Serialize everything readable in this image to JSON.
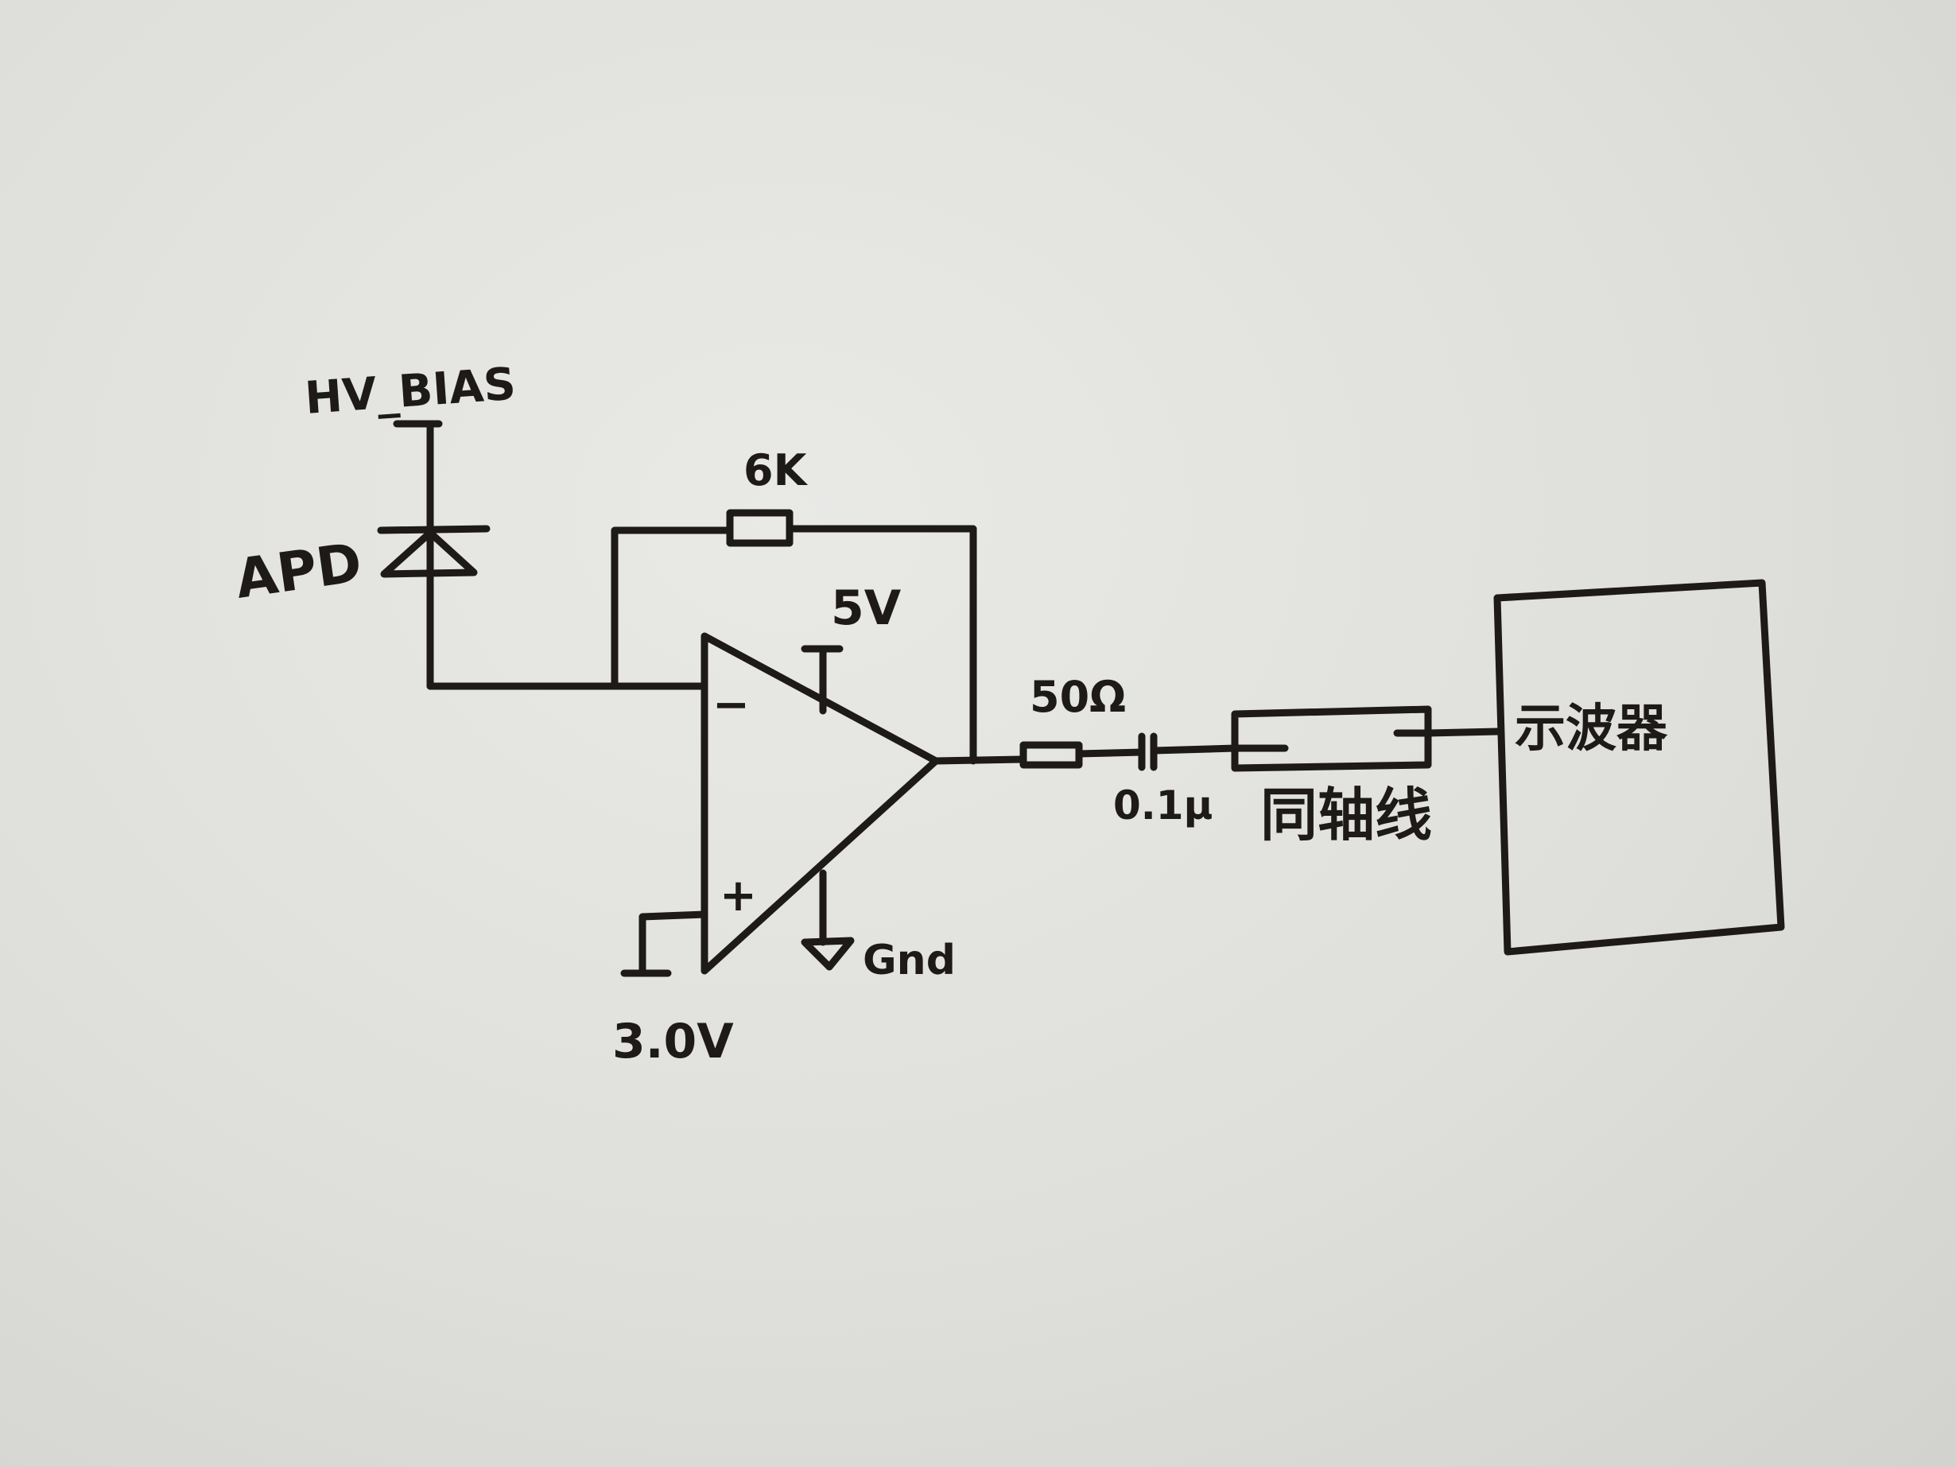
{
  "diagram": {
    "labels": {
      "hv_bias": "HV_BIAS",
      "apd": "APD",
      "feedback_resistor": "6K",
      "supply": "5V",
      "minus": "−",
      "plus": "+",
      "ground": "Gnd",
      "reference": "3.0V",
      "series_resistor": "50Ω",
      "capacitor": "0.1μ",
      "coax": "同轴线",
      "oscilloscope": "示波器"
    },
    "ink_color": "#1d1a18"
  }
}
